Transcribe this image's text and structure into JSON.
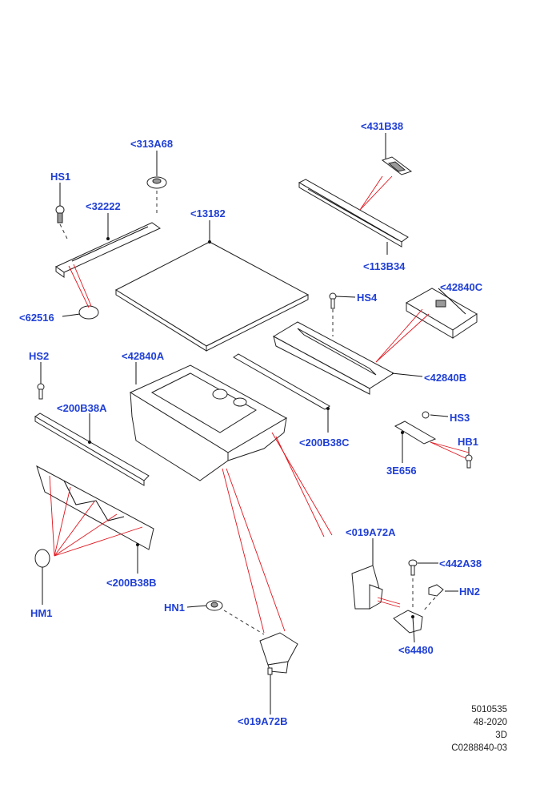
{
  "labels": {
    "l431B38": "<431B38",
    "l313A68": "<313A68",
    "HS1": "HS1",
    "l32222": "<32222",
    "l13182": "<13182",
    "l113B34": "<113B34",
    "l42840C": "<42840C",
    "HS4": "HS4",
    "l62516": "<62516",
    "HS2": "HS2",
    "l42840A": "<42840A",
    "l42840B": "<42840B",
    "l200B38A": "<200B38A",
    "HS3": "HS3",
    "l200B38C": "<200B38C",
    "HB1": "HB1",
    "l3E656": "3E656",
    "l019A72A": "<019A72A",
    "l442A38": "<442A38",
    "l200B38B": "<200B38B",
    "HN2": "HN2",
    "HM1": "HM1",
    "HN1": "HN1",
    "l64480": "<64480",
    "l019A72B": "<019A72B"
  },
  "meta": {
    "line1": "5010535",
    "line2": "48-2020",
    "line3": "3D",
    "line4": "C0288840-03"
  },
  "colors": {
    "label": "#1f3fd6",
    "callout": "#e0141c",
    "line": "#222222"
  }
}
